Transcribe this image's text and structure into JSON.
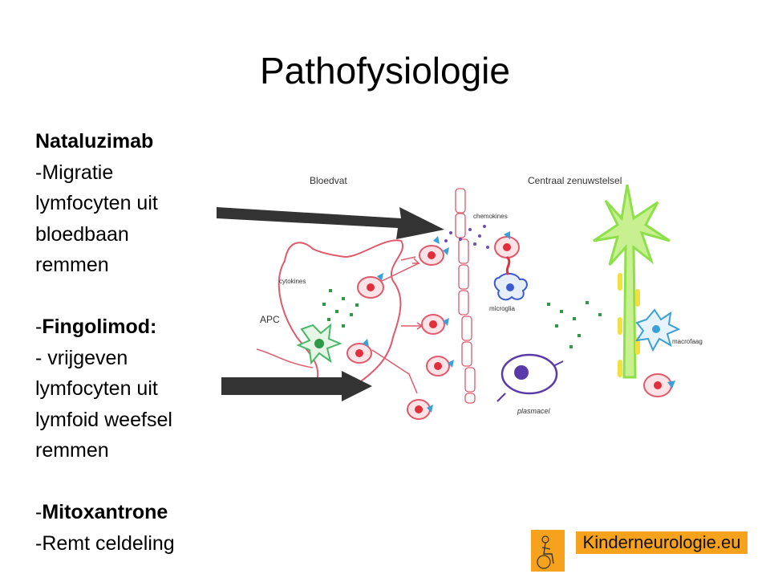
{
  "slide": {
    "title": "Pathofysiologie"
  },
  "bullets": {
    "natalizumab": {
      "heading": "Nataluzimab",
      "lines": [
        "-Migratie",
        "lymfocyten uit",
        "bloedbaan",
        "remmen"
      ]
    },
    "fingolimod": {
      "prefix": "-",
      "heading": "Fingolimod:",
      "lines": [
        "- vrijgeven",
        "lymfocyten uit",
        "lymfoid weefsel",
        "remmen"
      ]
    },
    "mitoxantrone": {
      "prefix": "-",
      "heading": "Mitoxantrone",
      "lines": [
        "-Remt celdeling"
      ]
    }
  },
  "figure": {
    "labels": {
      "bloodvessel": "Bloedvat",
      "cns": "Centraal zenuwstelsel",
      "chemokines": "chemokines",
      "cytokines": "cytokines",
      "apc": "APC",
      "microglia": "microglia",
      "macrophage": "macrofaag",
      "plasma_cell": "plasmacel"
    },
    "colors": {
      "vessel": "#e05a6b",
      "cell_fill": "#fde3e6",
      "nucleus": "#e0303c",
      "receptor": "#3aa0d8",
      "cytokine_dot": "#2e9a48",
      "chemokine_dot": "#6a4fb0",
      "neuron": "#8ee04a",
      "axon_myelin": "#f0e040",
      "apc": "#48b868",
      "microglia": "#3a5ad0",
      "plasma_cell": "#5a3aa8",
      "arrow": "#333333"
    }
  },
  "logo": {
    "text": "Kinderneurologie.eu",
    "color": "#f6a21d"
  }
}
